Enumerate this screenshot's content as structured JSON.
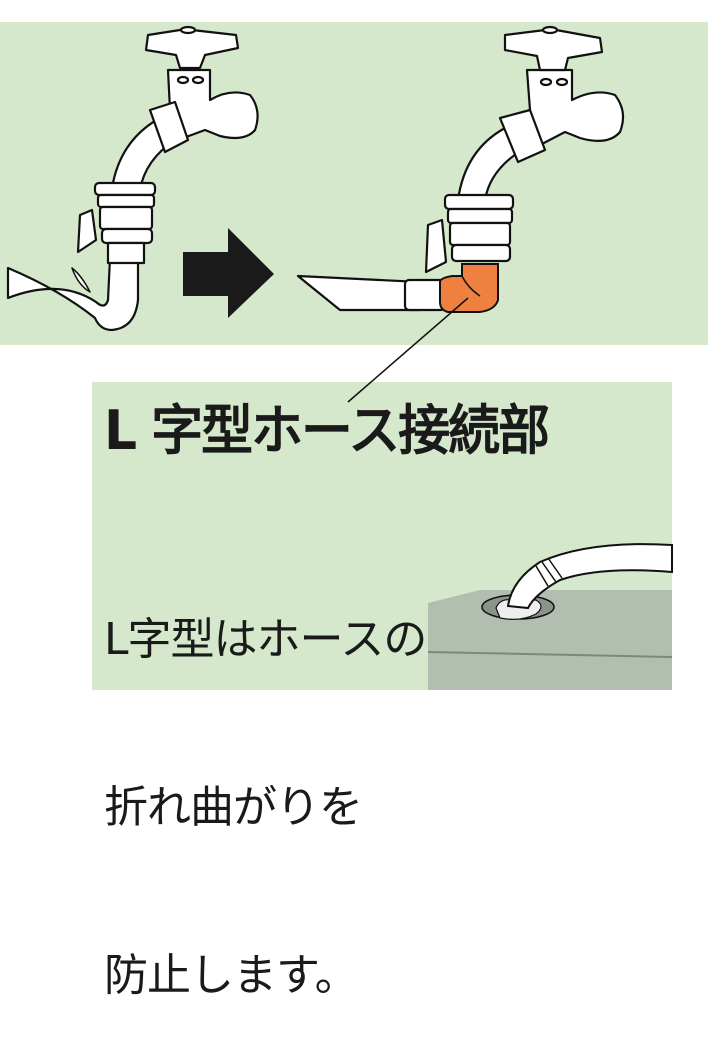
{
  "illustration": {
    "before_label": "faucet with bent hose",
    "after_label": "faucet with L-shaped hose connector",
    "arrow_icon": "right-arrow-icon",
    "colors": {
      "background_panel": "#d5e8cc",
      "connector_orange": "#ee8140",
      "arrow": "#1a1a1a",
      "tank": "#b2bfb0",
      "outline": "#111111"
    }
  },
  "callout": {
    "title": "L 字型ホース接続部",
    "description_lines": [
      "L字型はホースの",
      "折れ曲がりを",
      "防止します。"
    ]
  }
}
